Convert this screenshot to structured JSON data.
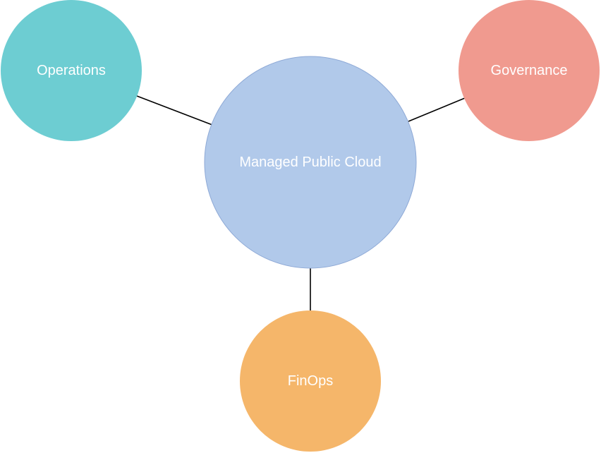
{
  "diagram": {
    "center": {
      "label": "Managed Public Cloud",
      "fill": "#b1c9ea",
      "stroke": "#8ea9d6"
    },
    "operations": {
      "label": "Operations",
      "fill": "#6dcdd2"
    },
    "governance": {
      "label": "Governance",
      "fill": "#f09a8f"
    },
    "finops": {
      "label": "FinOps",
      "fill": "#f5b66a"
    }
  }
}
